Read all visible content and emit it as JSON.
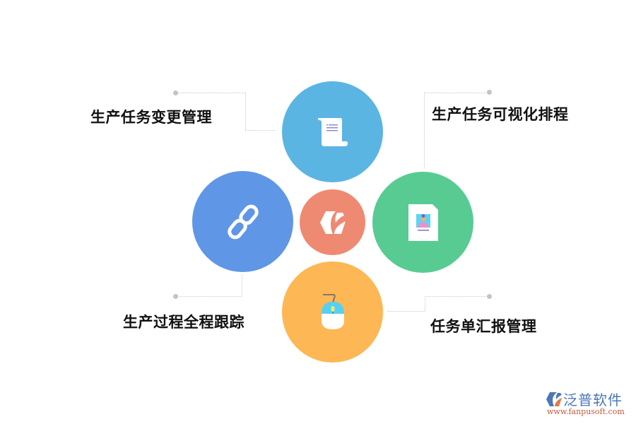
{
  "diagram": {
    "center": {
      "icon": "hexagon-leaf-icon",
      "color": "#EF8A72"
    },
    "nodes": [
      {
        "id": "top",
        "label": "生产任务变更管理",
        "icon": "scroll-document-icon",
        "color": "#5BB5E3"
      },
      {
        "id": "right",
        "label": "生产任务可视化排程",
        "icon": "profile-card-icon",
        "color": "#58CB92"
      },
      {
        "id": "left",
        "label": "生产过程全程跟踪",
        "icon": "chain-link-icon",
        "color": "#6096E6"
      },
      {
        "id": "bottom",
        "label": "任务单汇报管理",
        "icon": "computer-mouse-icon",
        "color": "#FDB754"
      }
    ],
    "connector_color": "#C4C4C4"
  },
  "watermark": {
    "brand": "泛普软件",
    "url": "www.fanpusoft.com",
    "brand_color": "#4A77B8",
    "url_color": "#C05A3A"
  }
}
